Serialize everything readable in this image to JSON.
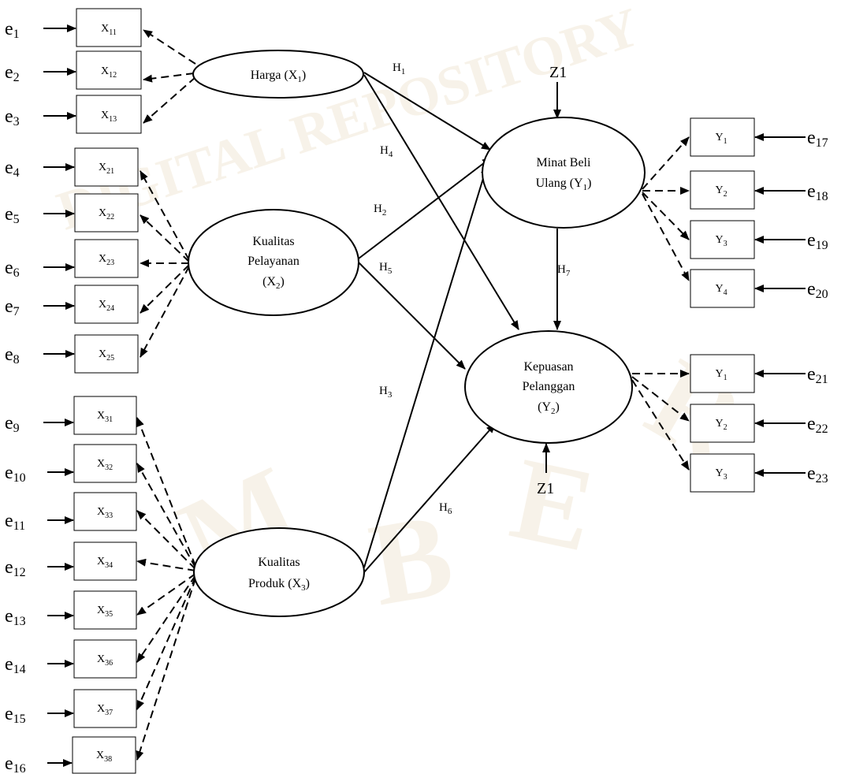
{
  "watermark": {
    "text": "DIGITAL REPOSITORY",
    "words": [
      "M",
      "B",
      "E",
      "R"
    ],
    "color": "#c9a25a"
  },
  "latents": {
    "x1": {
      "lines": [
        "Harga (X",
        "1",
        ")"
      ]
    },
    "x2": {
      "line1": "Kualitas",
      "line2": "Pelayanan",
      "line3": [
        "(X",
        "2",
        ")"
      ]
    },
    "x3": {
      "line1": "Kualitas",
      "line2": [
        "Produk (X",
        "3",
        ")"
      ]
    },
    "y1": {
      "line1": "Minat Beli",
      "line2": [
        "Ulang (Y",
        "1",
        ")"
      ]
    },
    "y2": {
      "line1": "Kepuasan",
      "line2": "Pelanggan",
      "line3": [
        "(Y",
        "2",
        ")"
      ]
    }
  },
  "indicators": {
    "x1": [
      [
        "X",
        "11"
      ],
      [
        "X",
        "12"
      ],
      [
        "X",
        "13"
      ]
    ],
    "x2": [
      [
        "X",
        "21"
      ],
      [
        "X",
        "22"
      ],
      [
        "X",
        "23"
      ],
      [
        "X",
        "24"
      ],
      [
        "X",
        "25"
      ]
    ],
    "x3": [
      [
        "X",
        "31"
      ],
      [
        "X",
        "32"
      ],
      [
        "X",
        "33"
      ],
      [
        "X",
        "34"
      ],
      [
        "X",
        "35"
      ],
      [
        "X",
        "36"
      ],
      [
        "X",
        "37"
      ],
      [
        "X",
        "38"
      ]
    ],
    "y1": [
      [
        "Y",
        "1"
      ],
      [
        "Y",
        "2"
      ],
      [
        "Y",
        "3"
      ],
      [
        "Y",
        "4"
      ]
    ],
    "y2": [
      [
        "Y",
        "1"
      ],
      [
        "Y",
        "2"
      ],
      [
        "Y",
        "3"
      ]
    ]
  },
  "errors": [
    [
      "e",
      "1"
    ],
    [
      "e",
      "2"
    ],
    [
      "e",
      "3"
    ],
    [
      "e",
      "4"
    ],
    [
      "e",
      "5"
    ],
    [
      "e",
      "6"
    ],
    [
      "e",
      "7"
    ],
    [
      "e",
      "8"
    ],
    [
      "e",
      "9"
    ],
    [
      "e",
      "10"
    ],
    [
      "e",
      "11"
    ],
    [
      "e",
      "12"
    ],
    [
      "e",
      "13"
    ],
    [
      "e",
      "14"
    ],
    [
      "e",
      "15"
    ],
    [
      "e",
      "16"
    ],
    [
      "e",
      "17"
    ],
    [
      "e",
      "18"
    ],
    [
      "e",
      "19"
    ],
    [
      "e",
      "20"
    ],
    [
      "e",
      "21"
    ],
    [
      "e",
      "22"
    ],
    [
      "e",
      "23"
    ]
  ],
  "hypotheses": [
    [
      "H",
      "1"
    ],
    [
      "H",
      "2"
    ],
    [
      "H",
      "3"
    ],
    [
      "H",
      "4"
    ],
    [
      "H",
      "5"
    ],
    [
      "H",
      "6"
    ],
    [
      "H",
      "7"
    ]
  ],
  "disturbances": {
    "top": "Z1",
    "bottom": "Z1"
  }
}
